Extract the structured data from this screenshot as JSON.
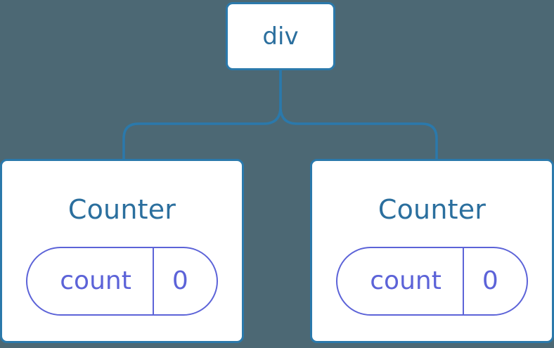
{
  "diagram": {
    "type": "component-tree",
    "background_color": "#4c6874",
    "node_border_color": "#2b79ab",
    "node_title_color": "#2b6f9e",
    "pill_color": "#5c63d8",
    "connector_color": "#2b79ab"
  },
  "root": {
    "label": "div"
  },
  "children": [
    {
      "label": "Counter",
      "state": {
        "key": "count",
        "value": "0"
      }
    },
    {
      "label": "Counter",
      "state": {
        "key": "count",
        "value": "0"
      }
    }
  ]
}
